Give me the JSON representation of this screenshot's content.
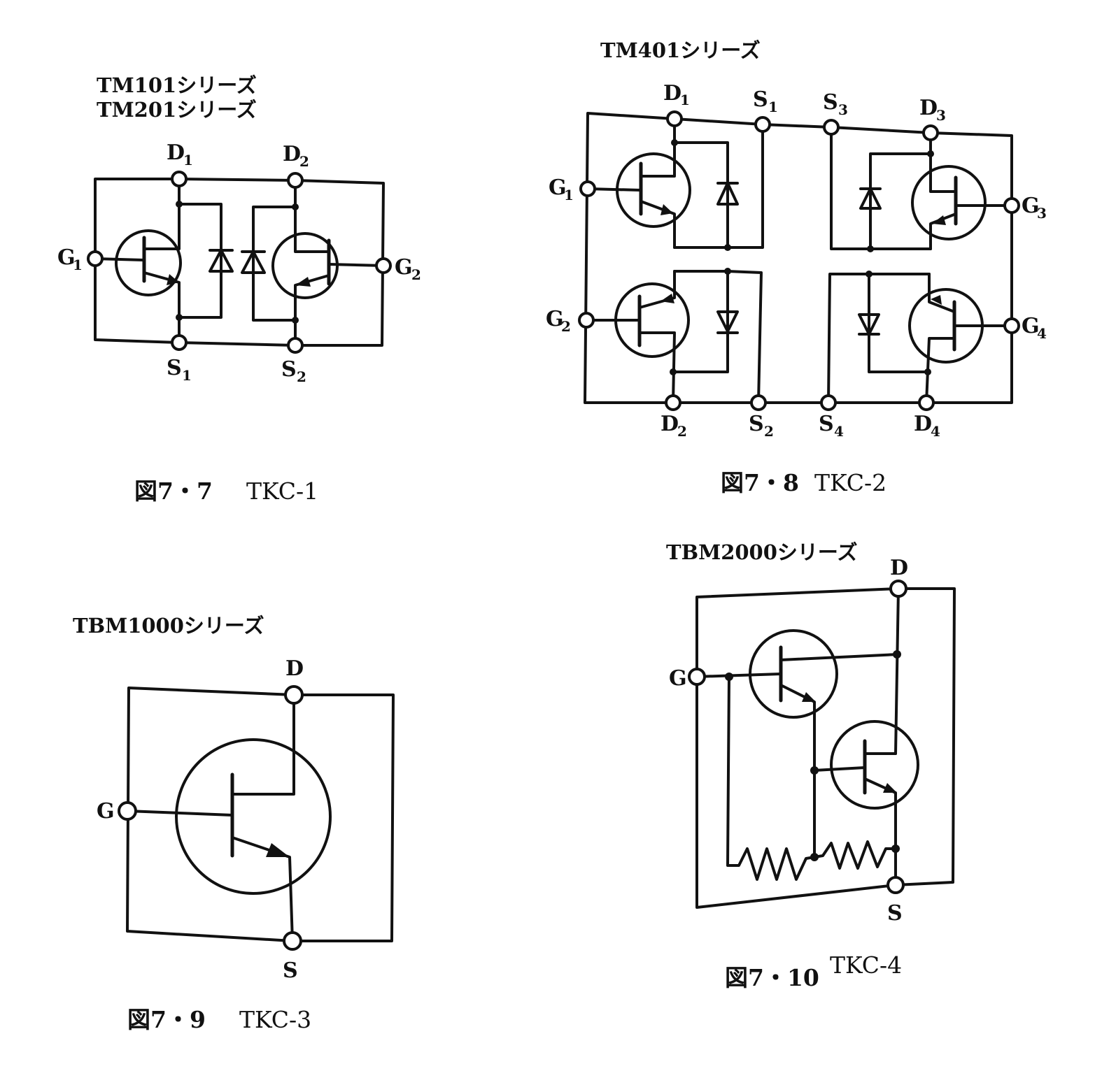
{
  "figures": [
    {
      "series": [
        "TM101シリーズ",
        "TM201シリーズ"
      ],
      "caption_num": "図7・7",
      "caption_name": "TKC-1",
      "terminals": {
        "d1": "D",
        "d1s": "1",
        "d2": "D",
        "d2s": "2",
        "s1": "S",
        "s1s": "1",
        "s2": "S",
        "s2s": "2",
        "g1": "G",
        "g1s": "1",
        "g2": "G",
        "g2s": "2"
      }
    },
    {
      "series": [
        "TM401シリーズ"
      ],
      "caption_num": "図7・8",
      "caption_name": "TKC-2",
      "terminals": {
        "d1": "D",
        "d1s": "1",
        "s1": "S",
        "s1s": "1",
        "s3": "S",
        "s3s": "3",
        "d3": "D",
        "d3s": "3",
        "d2": "D",
        "d2s": "2",
        "s2": "S",
        "s2s": "2",
        "s4": "S",
        "s4s": "4",
        "d4": "D",
        "d4s": "4",
        "g1": "G",
        "g1s": "1",
        "g2": "G",
        "g2s": "2",
        "g3": "G",
        "g3s": "3",
        "g4": "G",
        "g4s": "4"
      }
    },
    {
      "series": [
        "TBM1000シリーズ"
      ],
      "caption_num": "図7・9",
      "caption_name": "TKC-3",
      "terminals": {
        "d": "D",
        "s": "S",
        "g": "G"
      }
    },
    {
      "series": [
        "TBM2000シリーズ"
      ],
      "caption_num": "図7・10",
      "caption_name": "TKC-4",
      "terminals": {
        "d": "D",
        "s": "S",
        "g": "G"
      }
    }
  ]
}
